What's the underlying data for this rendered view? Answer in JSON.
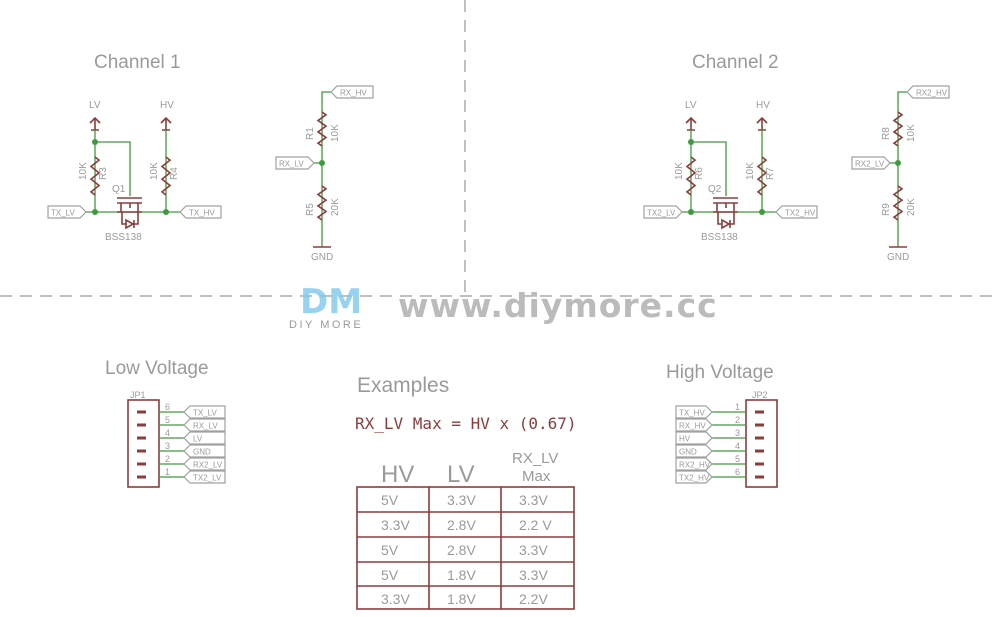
{
  "colors": {
    "wire": "#3f9a3f",
    "symbol": "#8e3b3b",
    "text": "#9a9a9a",
    "logo": "#7fc8ee"
  },
  "watermark": {
    "logo": "DM",
    "logo_sub": "DIY MORE",
    "url": "www.diymore.cc"
  },
  "channel1": {
    "title": "Channel 1",
    "lv": "LV",
    "hv": "HV",
    "q": "Q1",
    "part": "BSS138",
    "r_lv": {
      "ref": "R3",
      "val": "10K"
    },
    "r_hv": {
      "ref": "R4",
      "val": "10K"
    },
    "tx_lv": "TX_LV",
    "tx_hv": "TX_HV",
    "div": {
      "rx_hv": "RX_HV",
      "rx_lv": "RX_LV",
      "r_top": {
        "ref": "R1",
        "val": "10K"
      },
      "r_bot": {
        "ref": "R5",
        "val": "20K"
      },
      "gnd": "GND"
    }
  },
  "channel2": {
    "title": "Channel 2",
    "lv": "LV",
    "hv": "HV",
    "q": "Q2",
    "part": "BSS138",
    "r_lv": {
      "ref": "R6",
      "val": "10K"
    },
    "r_hv": {
      "ref": "R7",
      "val": "10K"
    },
    "tx_lv": "TX2_LV",
    "tx_hv": "TX2_HV",
    "div": {
      "rx_hv": "RX2_HV",
      "rx_lv": "RX2_LV",
      "r_top": {
        "ref": "R8",
        "val": "10K"
      },
      "r_bot": {
        "ref": "R9",
        "val": "20K"
      },
      "gnd": "GND"
    }
  },
  "low_voltage": {
    "title": "Low Voltage",
    "ref": "JP1",
    "pins": [
      {
        "num": "6",
        "label": "TX_LV"
      },
      {
        "num": "5",
        "label": "RX_LV"
      },
      {
        "num": "4",
        "label": "LV"
      },
      {
        "num": "3",
        "label": "GND"
      },
      {
        "num": "2",
        "label": "RX2_LV"
      },
      {
        "num": "1",
        "label": "TX2_LV"
      }
    ]
  },
  "high_voltage": {
    "title": "High Voltage",
    "ref": "JP2",
    "pins": [
      {
        "num": "1",
        "label": "TX_HV"
      },
      {
        "num": "2",
        "label": "RX_HV"
      },
      {
        "num": "3",
        "label": "HV"
      },
      {
        "num": "4",
        "label": "GND"
      },
      {
        "num": "5",
        "label": "RX2_HV"
      },
      {
        "num": "6",
        "label": "TX2_HV"
      }
    ]
  },
  "examples": {
    "title": "Examples",
    "formula": "RX_LV Max = HV x (0.67)",
    "headers": [
      "HV",
      "LV",
      "RX_LV",
      "Max"
    ],
    "rows": [
      [
        "5V",
        "3.3V",
        "3.3V"
      ],
      [
        "3.3V",
        "2.8V",
        "2.2 V"
      ],
      [
        "5V",
        "2.8V",
        "3.3V"
      ],
      [
        "5V",
        "1.8V",
        "3.3V"
      ],
      [
        "3.3V",
        "1.8V",
        "2.2V"
      ]
    ]
  }
}
